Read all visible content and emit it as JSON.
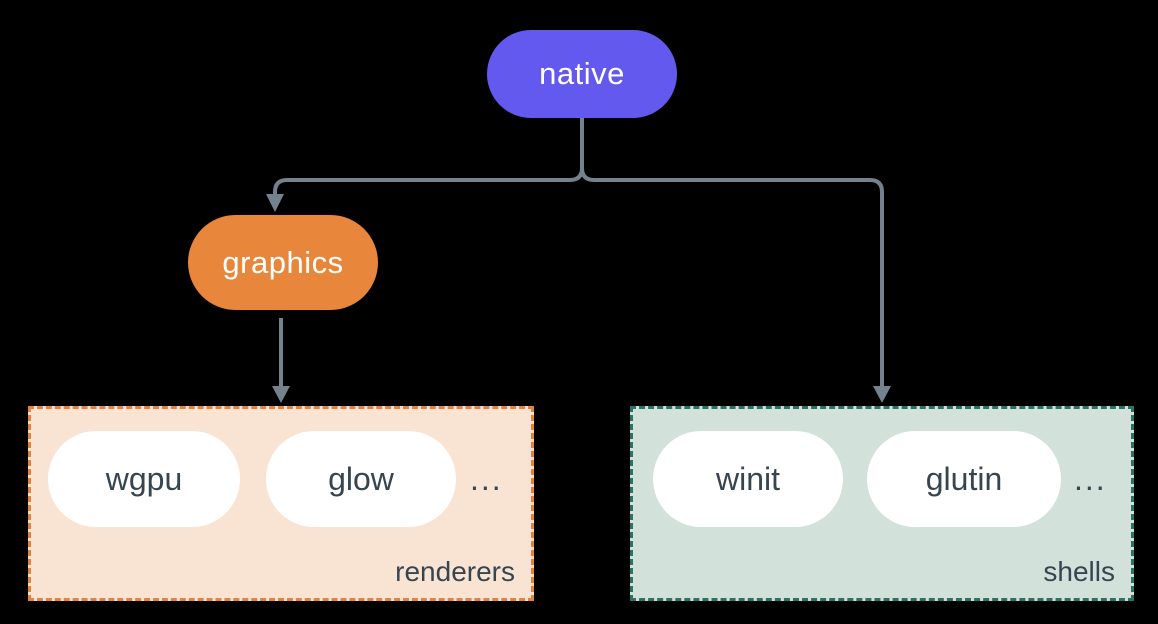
{
  "diagram": {
    "nodes": {
      "native": {
        "label": "native",
        "color": "#6459ee",
        "text_color": "#ffffff"
      },
      "graphics": {
        "label": "graphics",
        "color": "#e8873b",
        "text_color": "#ffffff"
      }
    },
    "groups": {
      "renderers": {
        "label": "renderers",
        "fill": "#f9e4d3",
        "border_color": "#e8823b",
        "items": [
          "wgpu",
          "glow"
        ],
        "more": "..."
      },
      "shells": {
        "label": "shells",
        "fill": "#d3e1db",
        "border_color": "#2a7466",
        "items": [
          "winit",
          "glutin"
        ],
        "more": "..."
      }
    },
    "edges": [
      {
        "from": "native",
        "to": "graphics"
      },
      {
        "from": "native",
        "to": "shells"
      },
      {
        "from": "graphics",
        "to": "renderers"
      }
    ],
    "colors": {
      "background": "#000000",
      "connector": "#74828e",
      "item_pill": "#ffffff",
      "dark_text": "#36454f"
    }
  }
}
